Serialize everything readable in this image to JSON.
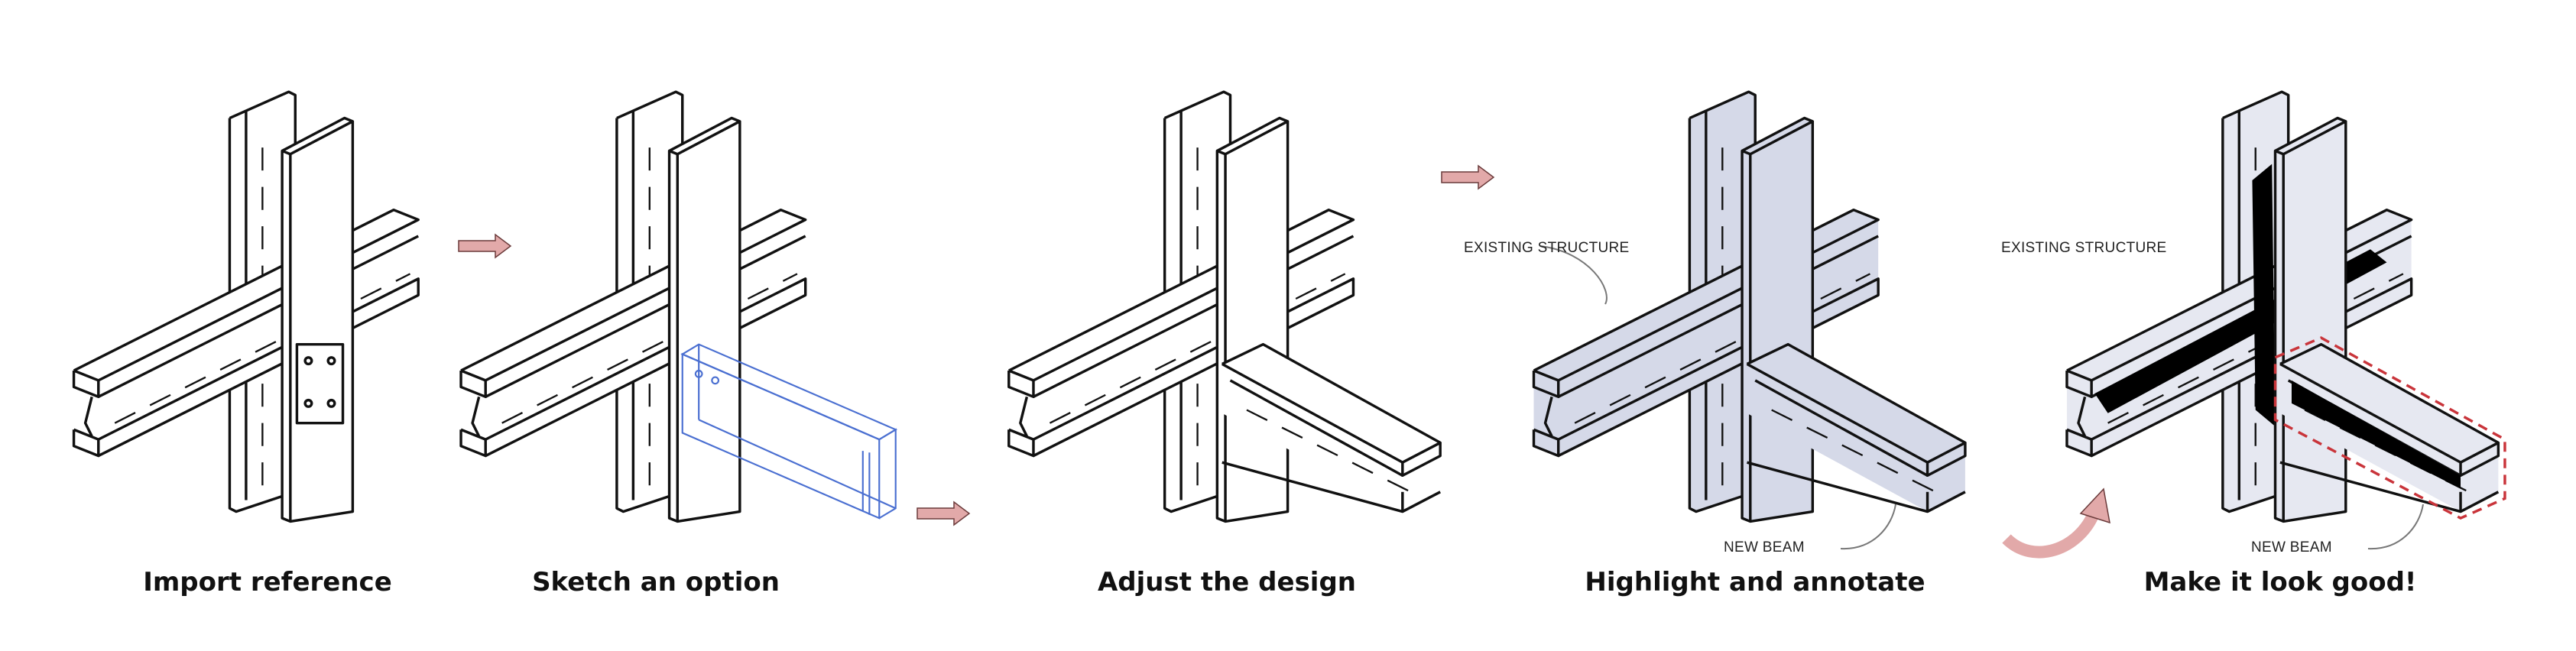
{
  "steps": [
    {
      "label": "Import reference"
    },
    {
      "label": "Sketch an option"
    },
    {
      "label": "Adjust the design"
    },
    {
      "label": "Highlight and annotate"
    },
    {
      "label": "Make it look good!"
    }
  ],
  "annotations": {
    "existing_structure": "EXISTING STRUCTURE",
    "new_beam": "NEW BEAM"
  },
  "colors": {
    "sketch_fill": "#d5d9e8",
    "render_fill": "#e6e8f1",
    "option_outline": "#4a6fd1",
    "arrow_fill": "#e2a9a9",
    "highlight_dash": "#c9343a"
  }
}
